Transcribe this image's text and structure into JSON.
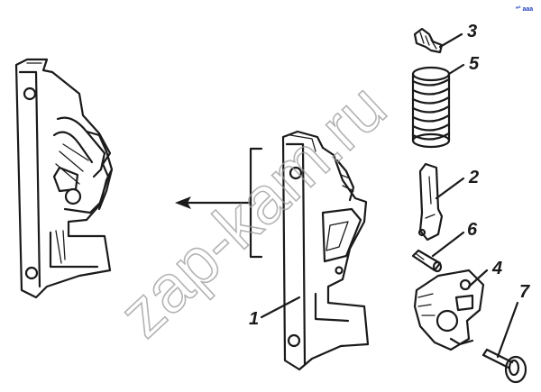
{
  "callouts": [
    {
      "label": "1"
    },
    {
      "label": "2"
    },
    {
      "label": "3"
    },
    {
      "label": "4"
    },
    {
      "label": "5"
    },
    {
      "label": "6"
    },
    {
      "label": "7"
    }
  ],
  "watermark": "zap-kam.ru",
  "corner_mark": "*° ааа",
  "colors": {
    "ink": "#1a1a1a",
    "watermark": "#9a9a9a",
    "corner_mark": "#2040c0"
  }
}
